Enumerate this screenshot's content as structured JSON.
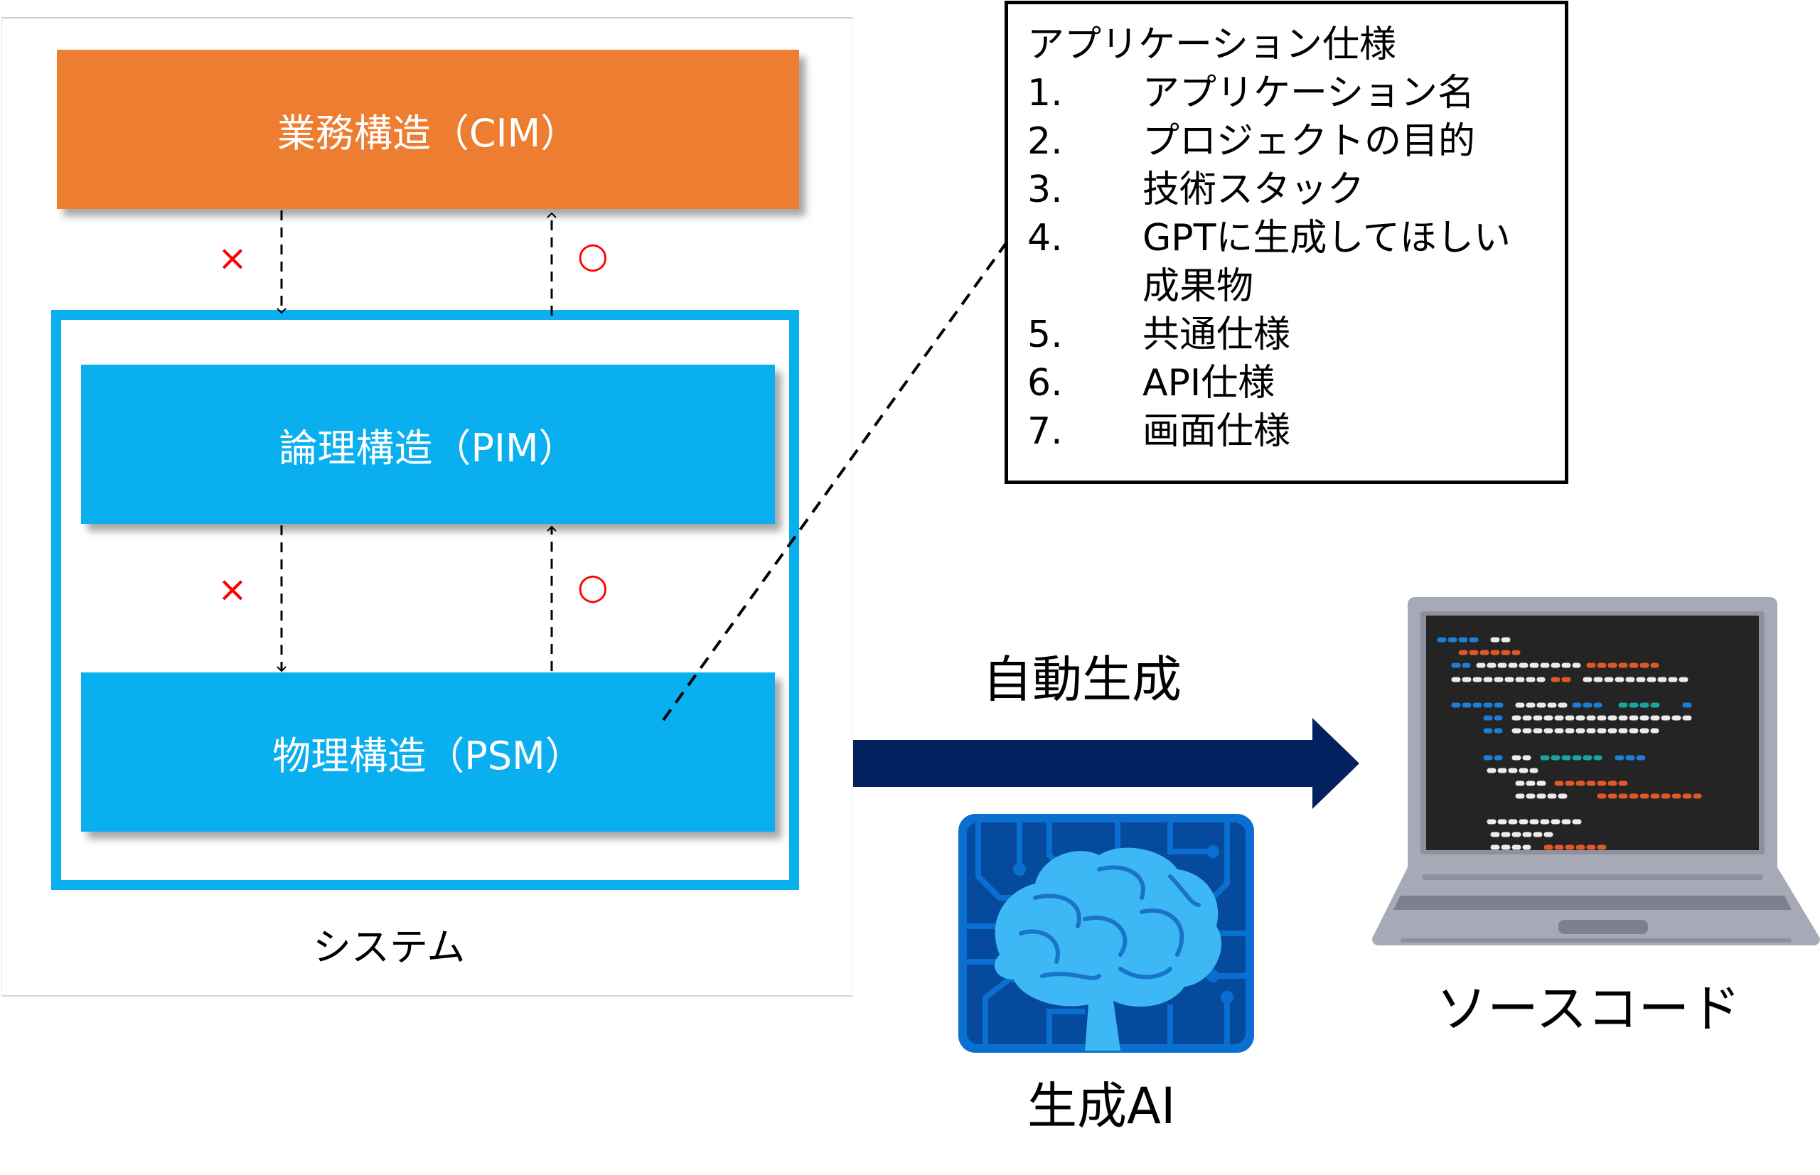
{
  "diagram": {
    "layers": {
      "cim": "業務構造（CIM）",
      "pim": "論理構造（PIM）",
      "psm": "物理構造（PSM）"
    },
    "system_label": "システム",
    "marks": {
      "cim_to_pim_down": "×",
      "pim_to_cim_up": "○",
      "pim_to_psm_down": "×",
      "psm_to_pim_up": "○"
    },
    "spec": {
      "title": "アプリケーション仕様",
      "items": [
        {
          "num": "1.",
          "text": "アプリケーション名"
        },
        {
          "num": "2.",
          "text": "プロジェクトの目的"
        },
        {
          "num": "3.",
          "text": "技術スタック"
        },
        {
          "num": "4.",
          "text": "GPTに生成してほしい",
          "text2": "成果物"
        },
        {
          "num": "5.",
          "text": "共通仕様"
        },
        {
          "num": "6.",
          "text": "API仕様"
        },
        {
          "num": "7.",
          "text": "画面仕様"
        }
      ]
    },
    "arrow_label": "自動生成",
    "ai_label": "生成AI",
    "code_label": "ソースコード",
    "icons": {
      "ai": "brain-circuit-icon",
      "code": "laptop-code-icon"
    },
    "colors": {
      "cim": "#ED7D31",
      "pim_psm": "#09AFEF",
      "mark": "#FF0000",
      "arrow": "#03215F"
    }
  }
}
